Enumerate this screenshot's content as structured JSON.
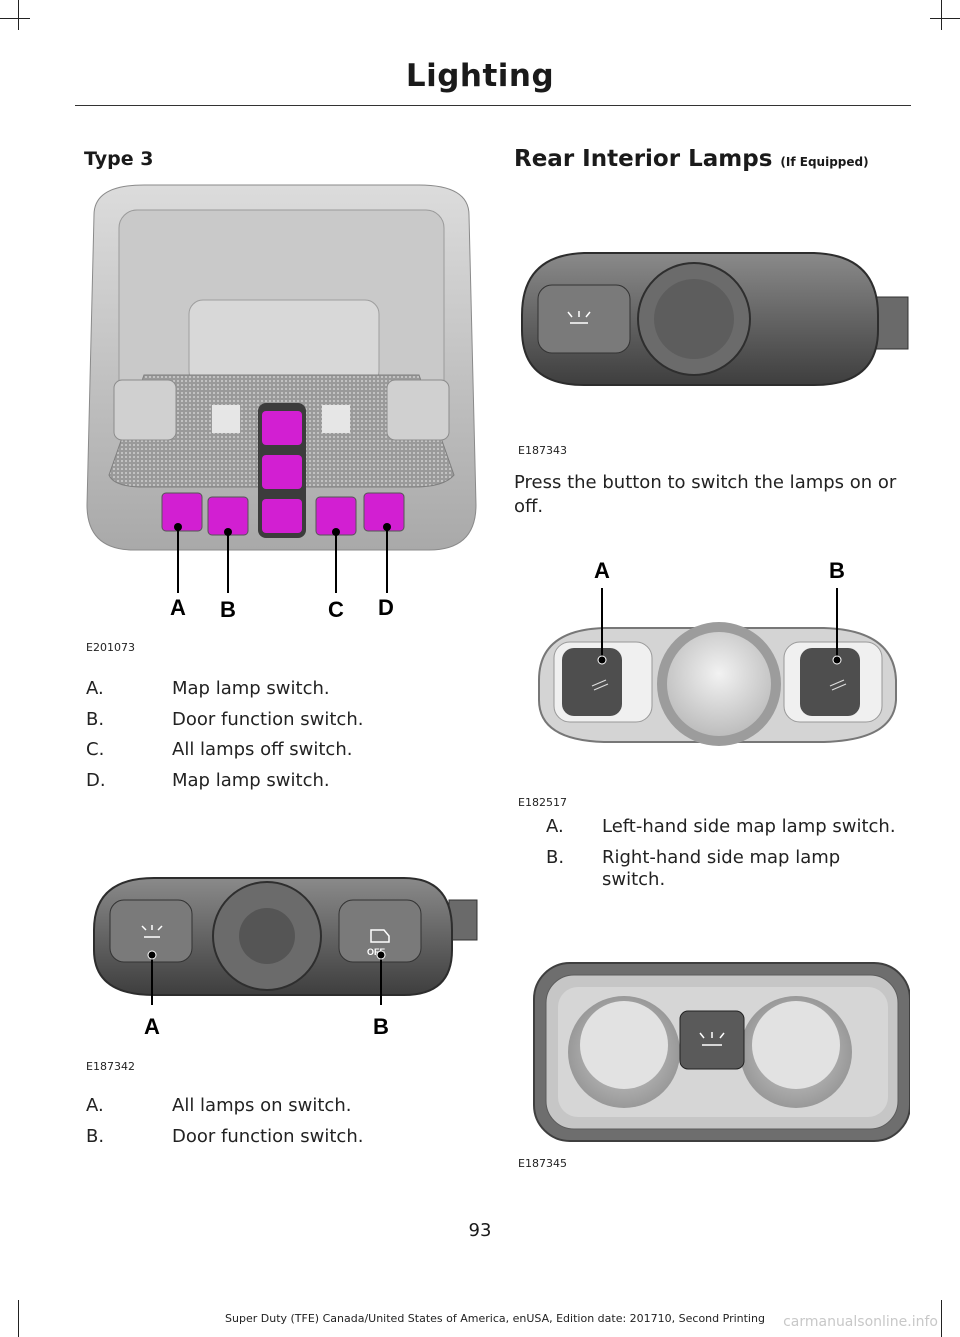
{
  "header": {
    "title": "Lighting"
  },
  "left": {
    "heading": "Type 3",
    "figure1": {
      "code": "E201073",
      "callouts": [
        "A",
        "B",
        "C",
        "D"
      ]
    },
    "legend1": [
      {
        "key": "A.",
        "text": "Map lamp switch."
      },
      {
        "key": "B.",
        "text": "Door function switch."
      },
      {
        "key": "C.",
        "text": "All lamps off switch."
      },
      {
        "key": "D.",
        "text": "Map lamp switch."
      }
    ],
    "figure2": {
      "code": "E187342",
      "callouts": [
        "A",
        "B"
      ],
      "button_label": "OFF"
    },
    "legend2": [
      {
        "key": "A.",
        "text": "All lamps on switch."
      },
      {
        "key": "B.",
        "text": "Door function switch."
      }
    ]
  },
  "right": {
    "heading": "Rear Interior Lamps",
    "heading_note": "(If Equipped)",
    "figure1": {
      "code": "E187343"
    },
    "paragraph": "Press the button to switch the lamps on or off.",
    "figure2": {
      "code": "E182517",
      "callouts": [
        "A",
        "B"
      ]
    },
    "legend": [
      {
        "key": "A.",
        "text": "Left-hand side map lamp switch."
      },
      {
        "key": "B.",
        "text": "Right-hand side map lamp switch."
      }
    ],
    "figure3": {
      "code": "E187345"
    }
  },
  "page_number": "93",
  "footer": "Super Duty (TFE) Canada/United States of America, enUSA, Edition date: 201710, Second Printing",
  "watermark": "carmanualsonline.info",
  "colors": {
    "switch_magenta": "#d21fd2",
    "panel_grey": "#b9b9b9",
    "dark_housing": "#5a5a5a"
  }
}
